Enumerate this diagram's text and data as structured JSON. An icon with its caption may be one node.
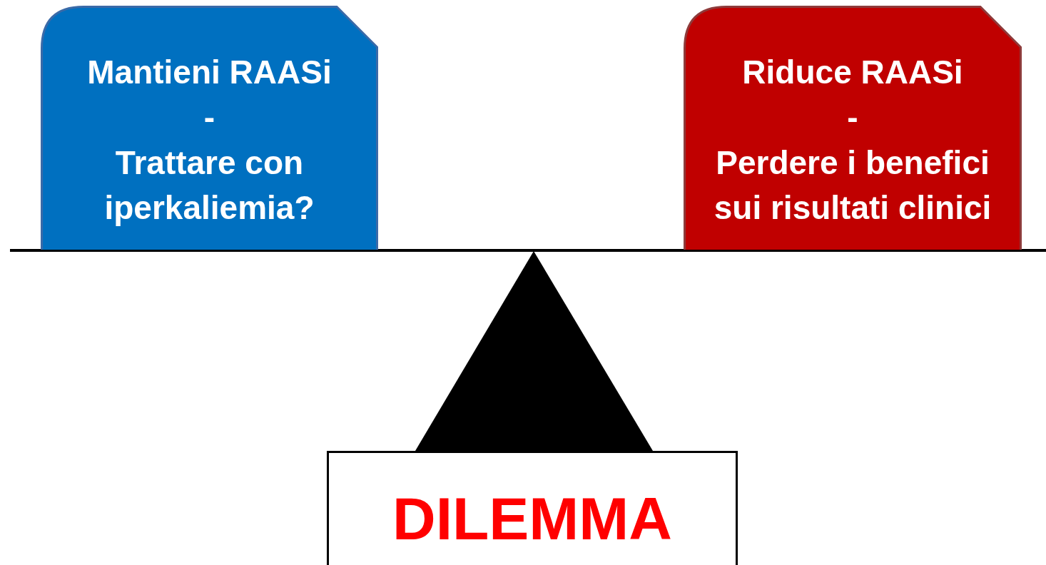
{
  "diagram": {
    "nodes": [
      {
        "text": [
          "Mantieni RAASi",
          "-",
          "Trattare con iperkaliemia?"
        ]
      },
      {
        "text": [
          "Riduce RAASi",
          "-",
          "Perdere i benefici sui risultati clinici"
        ]
      },
      {
        "text": [
          "DILEMMA"
        ]
      }
    ]
  }
}
